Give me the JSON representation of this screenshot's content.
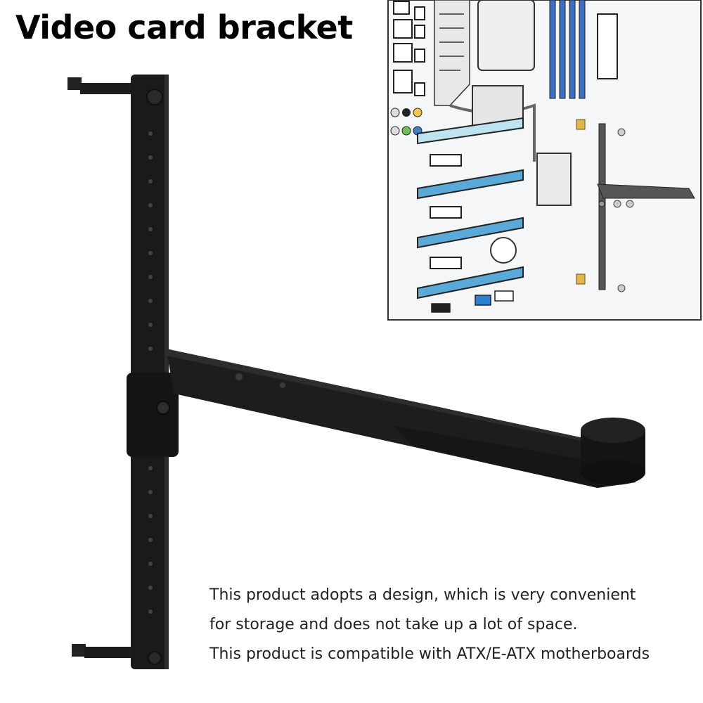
{
  "title": "Video card bracket",
  "caption": [
    "This product adopts a design, which is very convenient",
    "for storage and does not take up a lot of space.",
    "This product is compatible with ATX/E-ATX motherboards"
  ],
  "colors": {
    "bracket": "#1c1c1e",
    "pcie_slot": "#5aa9d6",
    "background": "#ffffff"
  }
}
